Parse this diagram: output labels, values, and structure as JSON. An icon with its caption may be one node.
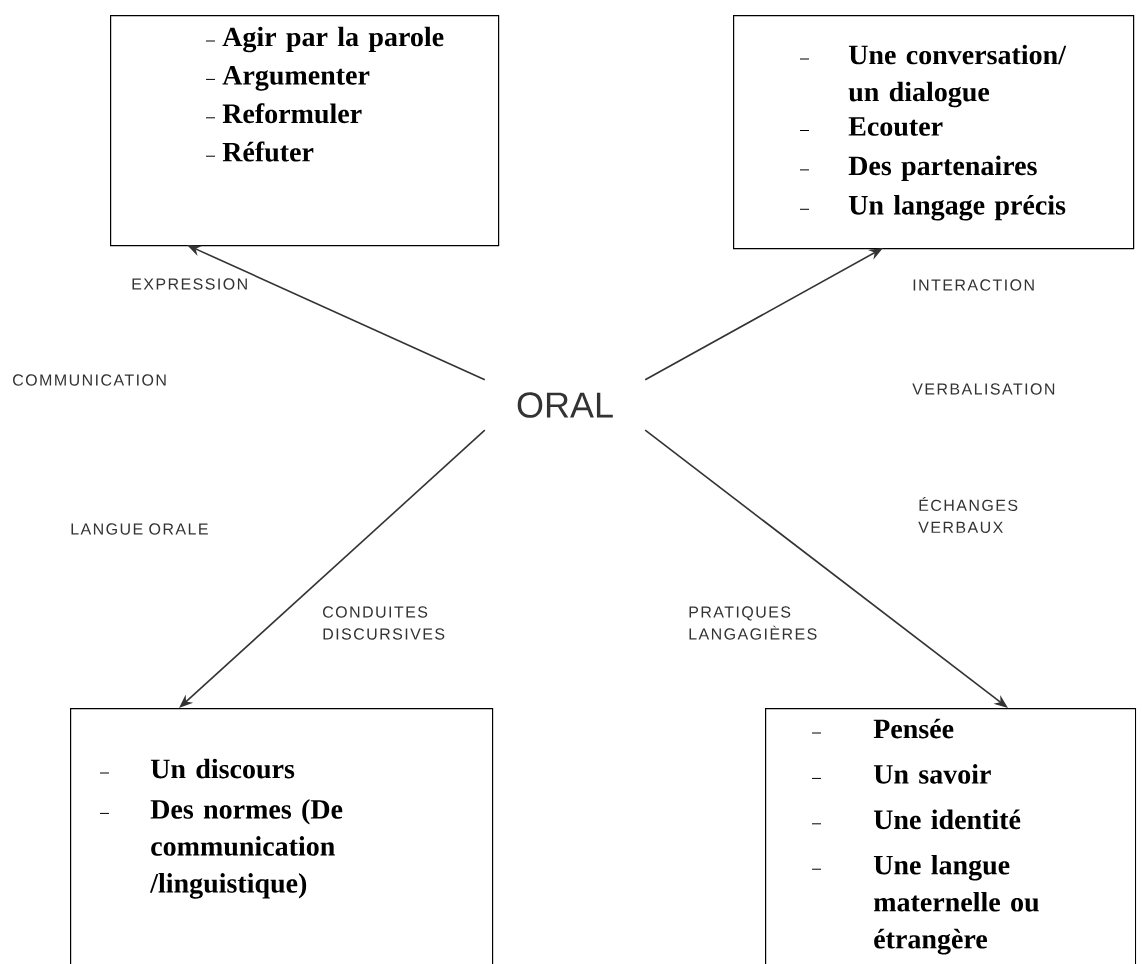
{
  "diagram": {
    "nodes": [
      {
        "text": [
          "ORAL"
        ]
      },
      {
        "text": [
          "Agir par la parole",
          "Argumenter",
          "Reformuler",
          "Réfuter"
        ]
      },
      {
        "text": [
          "Une conversation/ un dialogue",
          "Ecouter",
          "Des partenaires",
          "Un langage précis"
        ]
      },
      {
        "text": [
          "Un discours",
          "Des normes (De communication /linguistique)"
        ]
      },
      {
        "text": [
          "Pensée",
          "Un savoir",
          "Une identité",
          "Une langue maternelle ou étrangère"
        ]
      }
    ],
    "edges": [
      {
        "from": 0,
        "to": 1,
        "arrow": "to"
      },
      {
        "from": 0,
        "to": 2,
        "arrow": "to"
      },
      {
        "from": 0,
        "to": 3,
        "arrow": "to"
      },
      {
        "from": 0,
        "to": 4,
        "arrow": "to"
      }
    ],
    "labels": [
      "EXPRESSION",
      "INTERACTION",
      "COMMUNICATION",
      "VERBALISATION",
      "ÉCHANGES VERBAUX",
      "LANGUE ORALE",
      "CONDUITES DISCURSIVES",
      "PRATIQUES LANGAGIÈRES"
    ]
  }
}
